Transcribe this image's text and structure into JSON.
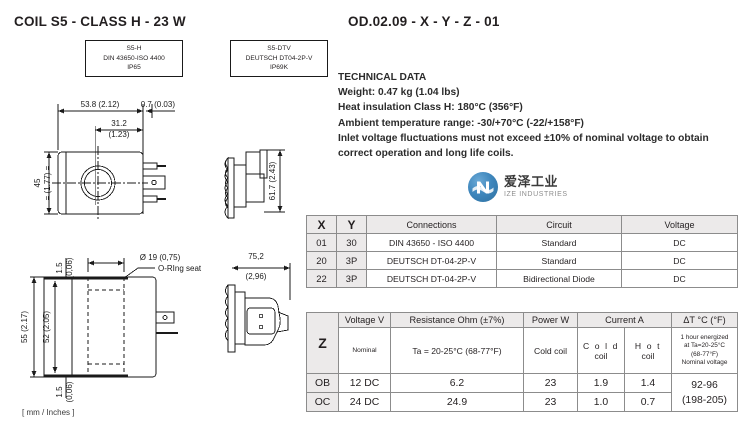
{
  "header": {
    "coil_title": "COIL S5 - CLASS H - 23 W",
    "order_code": "OD.02.09 - X - Y - Z - 01"
  },
  "connector_boxes": [
    {
      "name": "S5-H",
      "standard": "DIN 43650-ISO 4400",
      "protection": "IP65"
    },
    {
      "name": "S5-DTV",
      "standard": "DEUTSCH DT04-2P-V",
      "protection": "IP69K"
    }
  ],
  "technical_data": {
    "heading": "TECHNICAL DATA",
    "weight": "Weight: 0.47 kg (1.04 lbs)",
    "heat_insulation": "Heat insulation Class H: 180°C (356°F)",
    "ambient_temperature": "Ambient temperature range: -30/+70°C (-22/+158°F)",
    "voltage_note": "Inlet voltage fluctuations must not exceed ±10% of nominal voltage to obtain correct operation and long life coils."
  },
  "watermark": {
    "chinese": "爱泽工业",
    "english": "IZE INDUSTRIES",
    "color": "#3f87bd"
  },
  "table_xy": {
    "headers": [
      "X",
      "Y",
      "Connections",
      "Circuit",
      "Voltage"
    ],
    "rows": [
      {
        "x": "01",
        "y": "30",
        "connections": "DIN 43650 - ISO 4400",
        "circuit": "Standard",
        "voltage": "DC"
      },
      {
        "x": "20",
        "y": "3P",
        "connections": "DEUTSCH DT-04-2P-V",
        "circuit": "Standard",
        "voltage": "DC"
      },
      {
        "x": "22",
        "y": "3P",
        "connections": "DEUTSCH DT-04-2P-V",
        "circuit": "Bidirectional Diode",
        "voltage": "DC"
      }
    ]
  },
  "table_z": {
    "key_label": "Z",
    "headers": {
      "voltage": "Voltage V",
      "resistance": "Resistance Ohm (±7%)",
      "power": "Power W",
      "current": "Current A",
      "delta_t": "ΔT °C (°F)"
    },
    "subheaders": {
      "voltage": "Nominal",
      "resistance": "Ta = 20-25°C (68-77°F)",
      "power": "Cold coil",
      "current_cold": "C o l d",
      "current_cold2": "coil",
      "current_hot": "H o t",
      "current_hot2": "coil",
      "delta_t_l1": "1 hour energized",
      "delta_t_l2": "at Ta=20-25°C",
      "delta_t_l3": "(68-77°F)",
      "delta_t_l4": "Nominal voltage"
    },
    "rows": [
      {
        "z": "OB",
        "voltage": "12 DC",
        "resistance": "6.2",
        "power": "23",
        "cold": "1.9",
        "hot": "1.4"
      },
      {
        "z": "OC",
        "voltage": "24 DC",
        "resistance": "24.9",
        "power": "23",
        "cold": "1.0",
        "hot": "0.7"
      }
    ],
    "delta_t_value_line1": "92-96",
    "delta_t_value_line2": "(198-205)"
  },
  "drawing_dimensions": {
    "front_width": "53.8 (2.12)",
    "front_offset": "0.7 (0.03)",
    "bore_center": "31.2",
    "bore_center_in": "(1.23)",
    "front_height": "45",
    "front_height_in": "(1.77)",
    "side_height": "61.7 (2.43)",
    "bore_diameter": "Ø 19 (0,75)",
    "oring_label": "O-RIng seat",
    "top_height_total": "55 (2.17)",
    "top_height_body": "52 (2.05)",
    "top_gap_upper": "1.5",
    "top_gap_upper_in": "(0,06)",
    "top_gap_lower": "1.5",
    "top_gap_lower_in": "(0,06)",
    "dtv_width": "75,2",
    "dtv_width_in": "(2,96)"
  },
  "units_note": "[ mm / Inches ]"
}
